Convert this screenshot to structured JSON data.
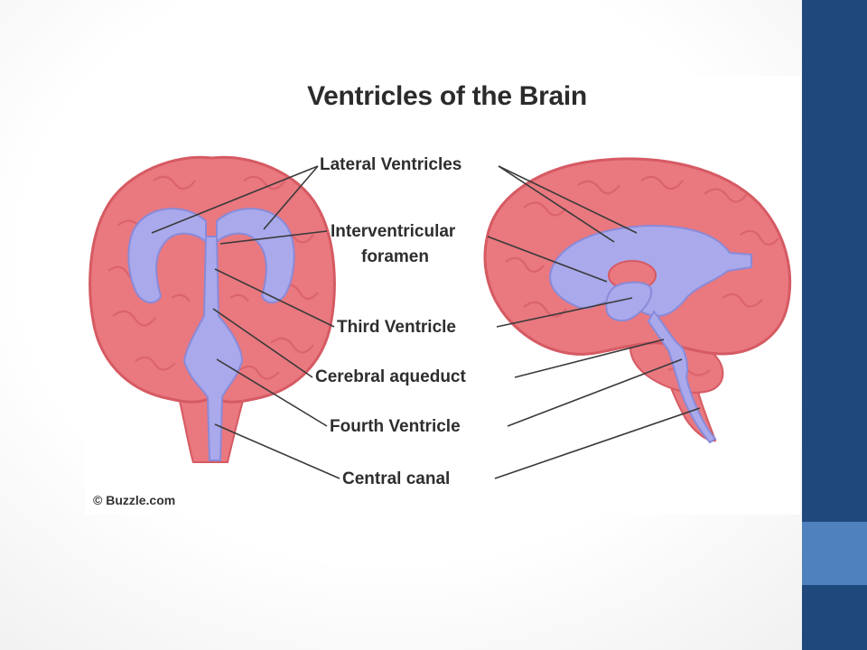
{
  "slide": {
    "title": "Ventricles of the Brain",
    "labels": {
      "lateral_ventricles": "Lateral Ventricles",
      "interventricular_line1": "Interventricular",
      "interventricular_line2": "foramen",
      "third_ventricle": "Third Ventricle",
      "cerebral_aqueduct": "Cerebral aqueduct",
      "fourth_ventricle": "Fourth Ventricle",
      "central_canal": "Central canal"
    },
    "copyright": "© Buzzle.com"
  },
  "colors": {
    "sidebar": "#1f487c",
    "sidebar_accent": "#4e81bd",
    "brain_tissue": "#e9787f",
    "brain_outline": "#d65a63",
    "ventricle": "#a9a9ec",
    "ventricle_outline": "#8a8ad8"
  }
}
